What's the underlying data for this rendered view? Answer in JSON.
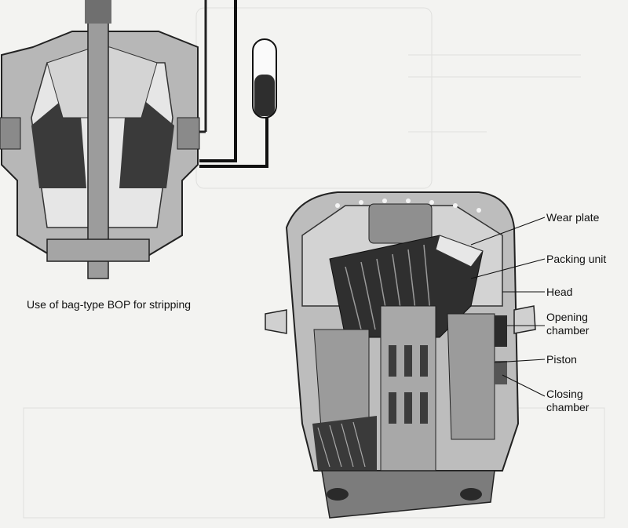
{
  "top_figure": {
    "caption": "Use of bag-type BOP for stripping"
  },
  "cutaway": {
    "labels": {
      "wear_plate": "Wear plate",
      "packing_unit": "Packing unit",
      "head": "Head",
      "opening_chamber_1": "Opening",
      "opening_chamber_2": "chamber",
      "piston": "Piston",
      "closing_chamber_1": "Closing",
      "closing_chamber_2": "chamber"
    }
  },
  "colors": {
    "ink": "#111111",
    "dark_gray": "#3a3a3a",
    "mid_gray": "#8c8c8c",
    "light_gray": "#c9c9c9",
    "paper": "#f3f3f1"
  }
}
